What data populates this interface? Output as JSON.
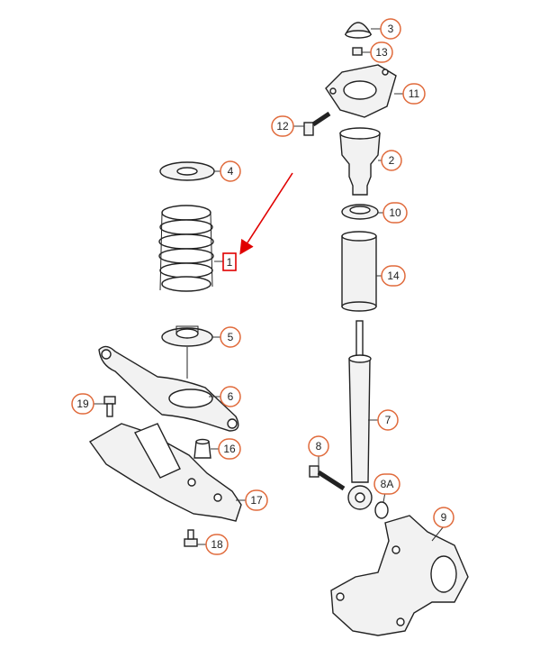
{
  "callouts": {
    "c1": "1",
    "c2": "2",
    "c3": "3",
    "c4": "4",
    "c5": "5",
    "c6": "6",
    "c7": "7",
    "c8": "8",
    "c8a": "8A",
    "c9": "9",
    "c10": "10",
    "c11": "11",
    "c12": "12",
    "c13": "13",
    "c14": "14",
    "c16": "16",
    "c17": "17",
    "c18": "18",
    "c19": "19"
  },
  "colors": {
    "callout_border": "#e06a3b",
    "highlight_arrow": "#e00000",
    "line_art": "#222222"
  }
}
